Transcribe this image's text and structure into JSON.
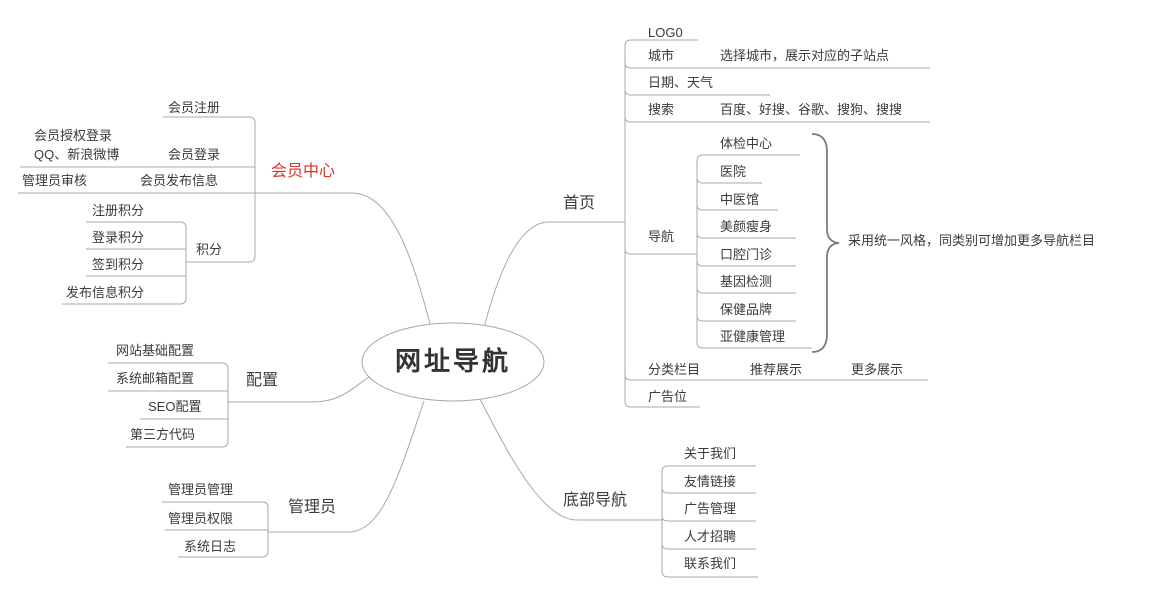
{
  "map": {
    "root": "网址导航",
    "branches": [
      {
        "label": "首页",
        "children": [
          {
            "label": "LOG0"
          },
          {
            "label": "城市",
            "note": "选择城市，展示对应的子站点"
          },
          {
            "label": "日期、天气"
          },
          {
            "label": "搜索",
            "note": "百度、好搜、谷歌、搜狗、搜搜"
          },
          {
            "label": "导航",
            "annotation": "采用统一风格，同类别可增加更多导航栏目",
            "children": [
              {
                "label": "体检中心"
              },
              {
                "label": "医院"
              },
              {
                "label": "中医馆"
              },
              {
                "label": "美颜瘦身"
              },
              {
                "label": "口腔门诊"
              },
              {
                "label": "基因检测"
              },
              {
                "label": "保健品牌"
              },
              {
                "label": "亚健康管理"
              }
            ]
          },
          {
            "label": "分类栏目",
            "children": [
              {
                "label": "推荐展示"
              },
              {
                "label": "更多展示"
              }
            ]
          },
          {
            "label": "广告位"
          }
        ]
      },
      {
        "label": "底部导航",
        "children": [
          {
            "label": "关于我们"
          },
          {
            "label": "友情链接"
          },
          {
            "label": "广告管理"
          },
          {
            "label": "人才招聘"
          },
          {
            "label": "联系我们"
          }
        ]
      },
      {
        "label": "会员中心",
        "children": [
          {
            "label": "会员注册"
          },
          {
            "label": "会员登录",
            "children": [
              {
                "label": "会员授权登录\nQQ、新浪微博"
              }
            ]
          },
          {
            "label": "会员发布信息",
            "children": [
              {
                "label": "管理员审核"
              }
            ]
          },
          {
            "label": "积分",
            "children": [
              {
                "label": "注册积分"
              },
              {
                "label": "登录积分"
              },
              {
                "label": "签到积分"
              },
              {
                "label": "发布信息积分"
              }
            ]
          }
        ]
      },
      {
        "label": "配置",
        "children": [
          {
            "label": "网站基础配置"
          },
          {
            "label": "系统邮箱配置"
          },
          {
            "label": "SEO配置"
          },
          {
            "label": "第三方代码"
          }
        ]
      },
      {
        "label": "管理员",
        "children": [
          {
            "label": "管理员管理"
          },
          {
            "label": "管理员权限"
          },
          {
            "label": "系统日志"
          }
        ]
      }
    ]
  },
  "colors": {
    "line": "#a8a8a8",
    "text": "#3b3b3b",
    "accent": "#d93426",
    "brace": "#7d7d7d"
  }
}
